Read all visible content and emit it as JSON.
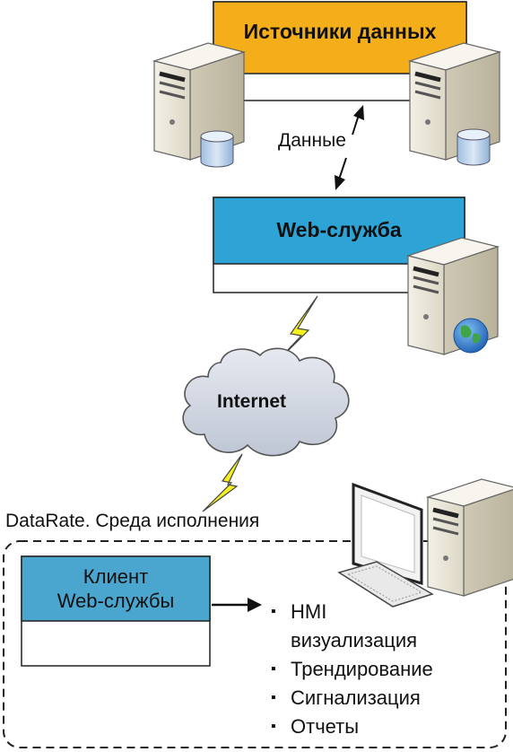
{
  "data_sources": {
    "title": "Источники данных"
  },
  "data_flow": {
    "label": "Данные"
  },
  "web_service": {
    "title": "Web-служба"
  },
  "cloud": {
    "label": "Internet"
  },
  "runtime": {
    "label": "DataRate. Среда исполнения"
  },
  "client": {
    "title_line1": "Клиент",
    "title_line2": "Web-службы"
  },
  "features": {
    "item1_line1": "HMI",
    "item1_line2": "визуализация",
    "item2": "Трендирование",
    "item3": "Сигнализация",
    "item4": "Отчеты"
  },
  "colors": {
    "data_sources_header": "#f4ae1a",
    "web_service_header": "#2ea3d6",
    "client_header": "#4aa5cf",
    "lightning": "#f5f01e",
    "cloud": "#d3d8e3",
    "server_body": "#ece8dc",
    "database": "#bcd2ea",
    "globe": "#2e7bd0"
  },
  "icons": [
    "server-icon",
    "database-icon",
    "globe-icon",
    "lightning-icon",
    "cloud-icon",
    "monitor-icon",
    "keyboard-icon",
    "arrow-icon"
  ]
}
